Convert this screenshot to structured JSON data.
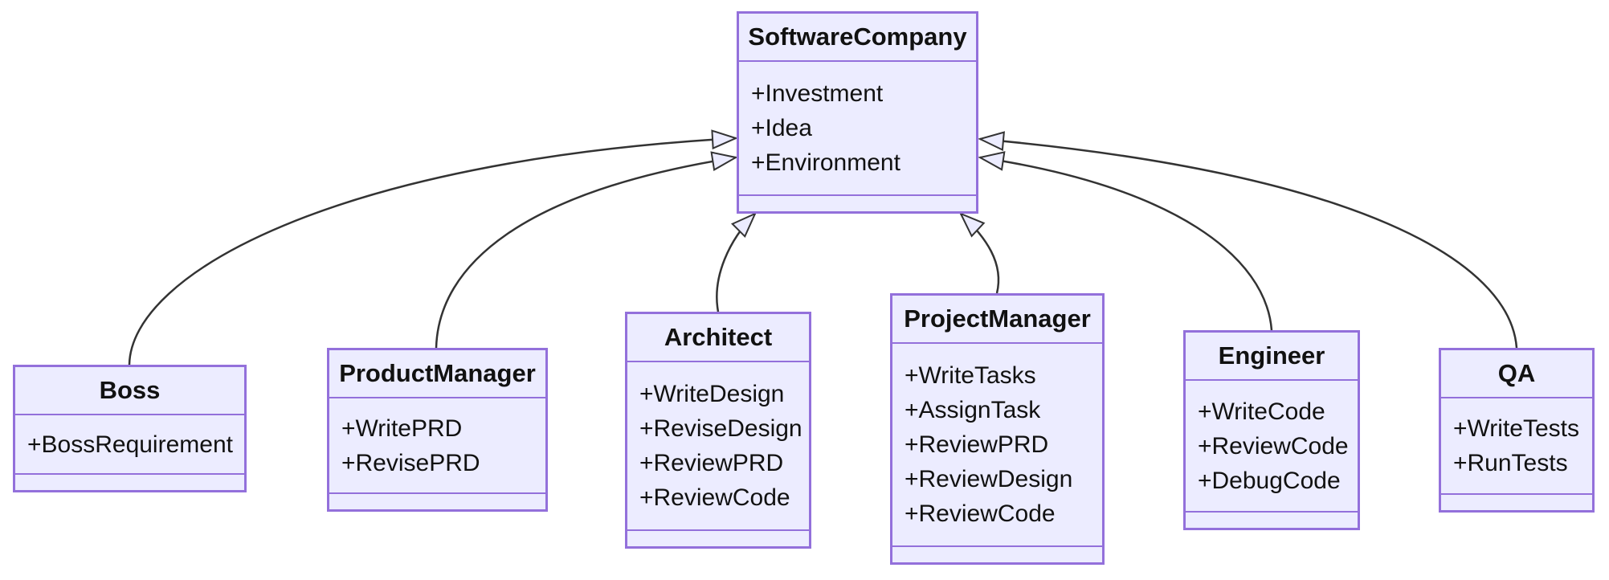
{
  "diagram": {
    "kind": "uml-class-diagram",
    "colors": {
      "background": "#FFFFFF",
      "node_fill": "#ECECFF",
      "node_border": "#9370DB",
      "edge_color": "#333333",
      "text_color": "#111111"
    },
    "classes": {
      "software_company": {
        "title": "SoftwareCompany",
        "members": [
          "+Investment",
          "+Idea",
          "+Environment"
        ]
      },
      "boss": {
        "title": "Boss",
        "members": [
          "+BossRequirement"
        ]
      },
      "product_manager": {
        "title": "ProductManager",
        "members": [
          "+WritePRD",
          "+RevisePRD"
        ]
      },
      "architect": {
        "title": "Architect",
        "members": [
          "+WriteDesign",
          "+ReviseDesign",
          "+ReviewPRD",
          "+ReviewCode"
        ]
      },
      "project_manager": {
        "title": "ProjectManager",
        "members": [
          "+WriteTasks",
          "+AssignTask",
          "+ReviewPRD",
          "+ReviewDesign",
          "+ReviewCode"
        ]
      },
      "engineer": {
        "title": "Engineer",
        "members": [
          "+WriteCode",
          "+ReviewCode",
          "+DebugCode"
        ]
      },
      "qa": {
        "title": "QA",
        "members": [
          "+WriteTests",
          "+RunTests"
        ]
      }
    },
    "relations": [
      {
        "child": "Boss",
        "parent": "SoftwareCompany",
        "type": "inheritance"
      },
      {
        "child": "ProductManager",
        "parent": "SoftwareCompany",
        "type": "inheritance"
      },
      {
        "child": "Architect",
        "parent": "SoftwareCompany",
        "type": "inheritance"
      },
      {
        "child": "ProjectManager",
        "parent": "SoftwareCompany",
        "type": "inheritance"
      },
      {
        "child": "Engineer",
        "parent": "SoftwareCompany",
        "type": "inheritance"
      },
      {
        "child": "QA",
        "parent": "SoftwareCompany",
        "type": "inheritance"
      }
    ]
  }
}
